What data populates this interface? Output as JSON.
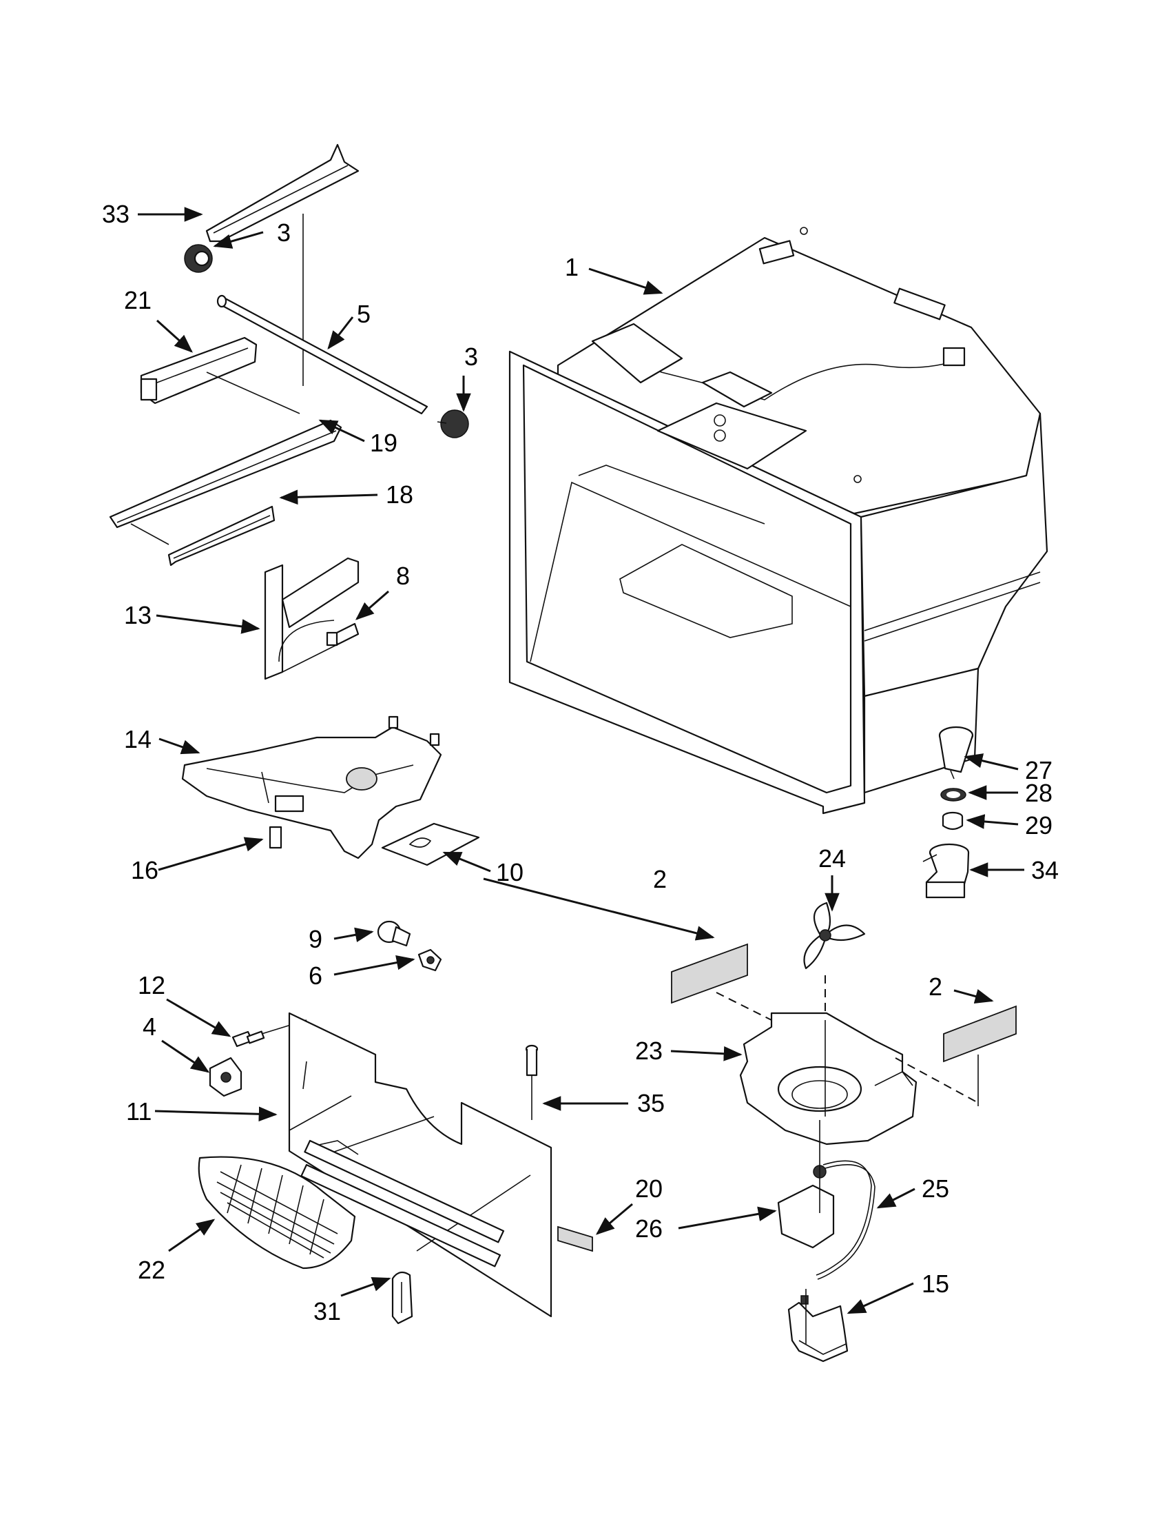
{
  "callouts": {
    "c1": "1",
    "c2a": "2",
    "c2b": "2",
    "c3a": "3",
    "c3b": "3",
    "c4": "4",
    "c5": "5",
    "c6": "6",
    "c8": "8",
    "c9": "9",
    "c10": "10",
    "c11": "11",
    "c12": "12",
    "c13": "13",
    "c14": "14",
    "c15": "15",
    "c16": "16",
    "c18": "18",
    "c19": "19",
    "c20": "20",
    "c21": "21",
    "c22": "22",
    "c23": "23",
    "c24": "24",
    "c25": "25",
    "c26": "26",
    "c27": "27",
    "c28": "28",
    "c29": "29",
    "c31": "31",
    "c33": "33",
    "c34": "34",
    "c35": "35"
  }
}
